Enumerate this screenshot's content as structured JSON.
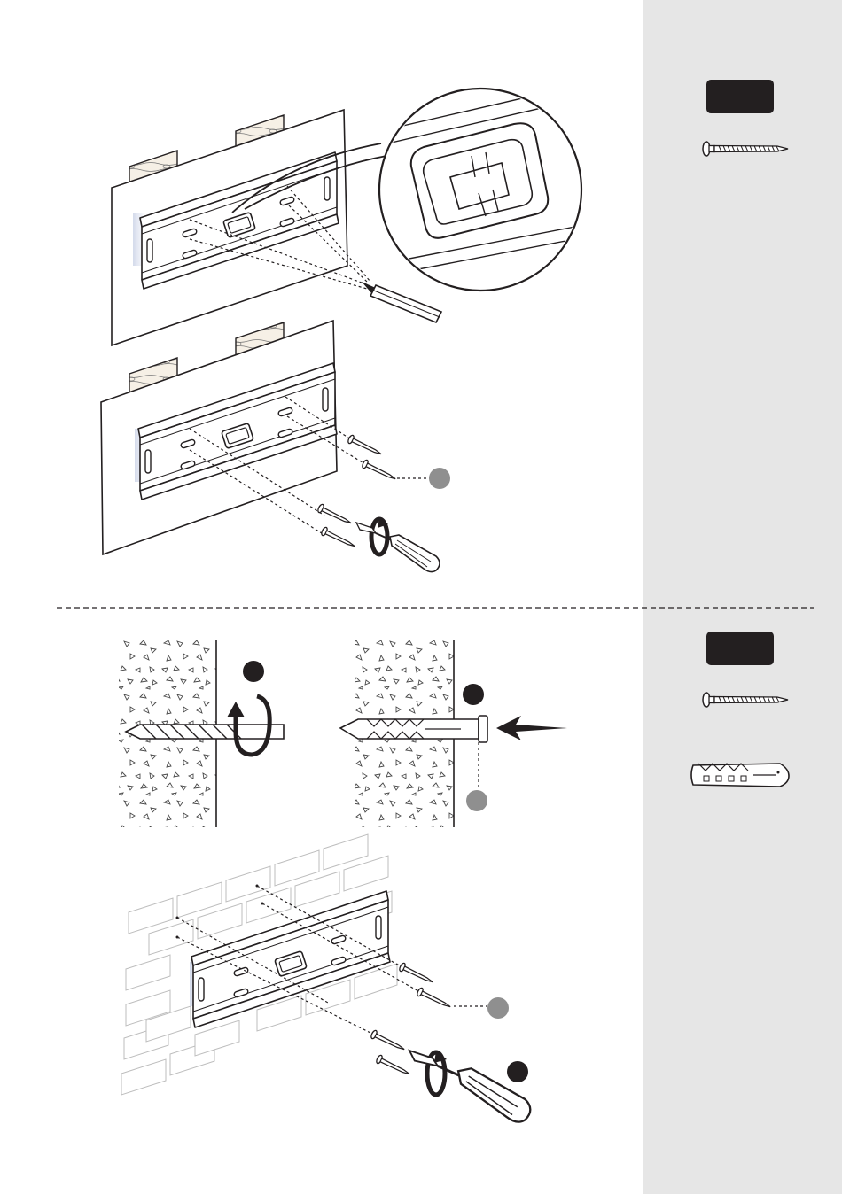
{
  "page": {
    "background_color": "#ffffff",
    "sidebar_color": "#e6e6e6",
    "line_color": "#231f20",
    "marker_black": "#231f20",
    "marker_gray": "#8f8f8f"
  },
  "parts_panel": {
    "groups": [
      {
        "label_badge": "",
        "parts": [
          "screw-icon"
        ]
      },
      {
        "label_badge": "",
        "parts": [
          "screw-icon",
          "wall-plug-icon"
        ]
      }
    ]
  },
  "steps": [
    {
      "id": "wood-stud-mark-holes",
      "markers": []
    },
    {
      "id": "wood-stud-screw-bracket",
      "markers": [
        "gray"
      ]
    },
    {
      "id": "masonry-drill-hole",
      "markers": [
        "black"
      ]
    },
    {
      "id": "masonry-insert-plug",
      "markers": [
        "black",
        "gray"
      ]
    },
    {
      "id": "masonry-screw-bracket",
      "markers": [
        "gray",
        "black"
      ]
    }
  ],
  "separator": {
    "style": "dashed"
  }
}
